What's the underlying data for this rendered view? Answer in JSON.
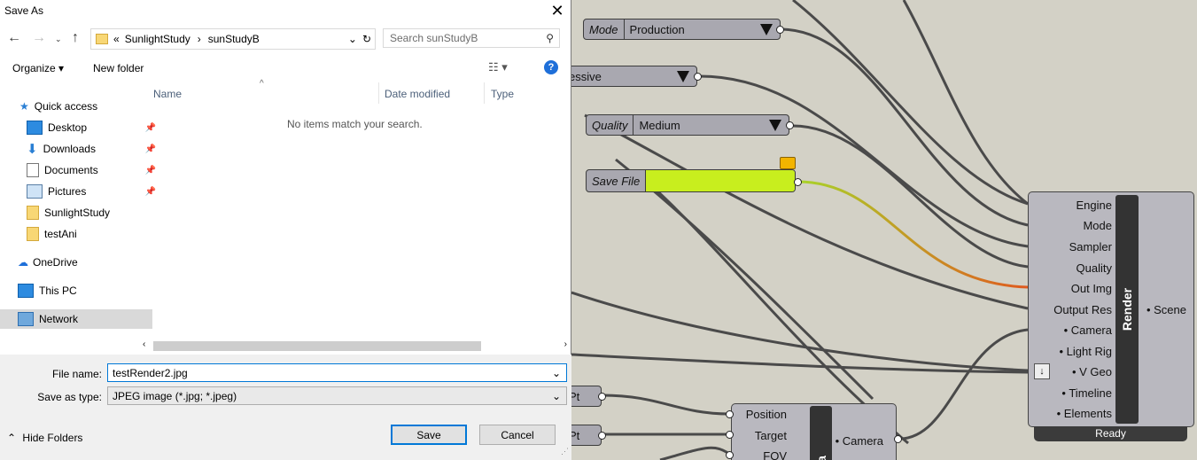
{
  "dialog": {
    "title": "Save As",
    "close": "✕",
    "breadcrumb": {
      "chev": "«",
      "folder1": "SunlightStudy",
      "sep": "›",
      "folder2": "sunStudyB"
    },
    "search_placeholder": "Search sunStudyB",
    "toolbar": {
      "organize": "Organize",
      "new_folder": "New folder"
    },
    "sidebar": {
      "quick_access": "Quick access",
      "desktop": "Desktop",
      "downloads": "Downloads",
      "documents": "Documents",
      "pictures": "Pictures",
      "sunlightstudy": "SunlightStudy",
      "testani": "testAni",
      "onedrive": "OneDrive",
      "thispc": "This PC",
      "network": "Network"
    },
    "columns": {
      "name": "Name",
      "date": "Date modified",
      "type": "Type"
    },
    "empty_message": "No items match your search.",
    "file_name_label": "File name:",
    "file_name_value": "testRender2.jpg",
    "save_type_label": "Save as type:",
    "save_type_value": "JPEG image (*.jpg; *.jpeg)",
    "hide_folders": "Hide Folders",
    "save_button": "Save",
    "cancel_button": "Cancel"
  },
  "canvas": {
    "mode": {
      "nick": "Mode",
      "value": "Production"
    },
    "param2": {
      "value": "essive"
    },
    "quality": {
      "nick": "Quality",
      "value": "Medium"
    },
    "savefile": {
      "nick": "Save File"
    },
    "pt1": "Pt",
    "pt2": "Pt",
    "render": {
      "name": "Render",
      "inputs": [
        "Engine",
        "Mode",
        "Sampler",
        "Quality",
        "Out Img",
        "Output Res",
        "• Camera",
        "• Light Rig",
        "• V Geo",
        "• Timeline",
        "• Elements"
      ],
      "output": "• Scene",
      "status": "Ready"
    },
    "camera": {
      "inputs": [
        "Position",
        "Target",
        "FOV"
      ],
      "output": "• Camera",
      "spine": "a"
    }
  }
}
